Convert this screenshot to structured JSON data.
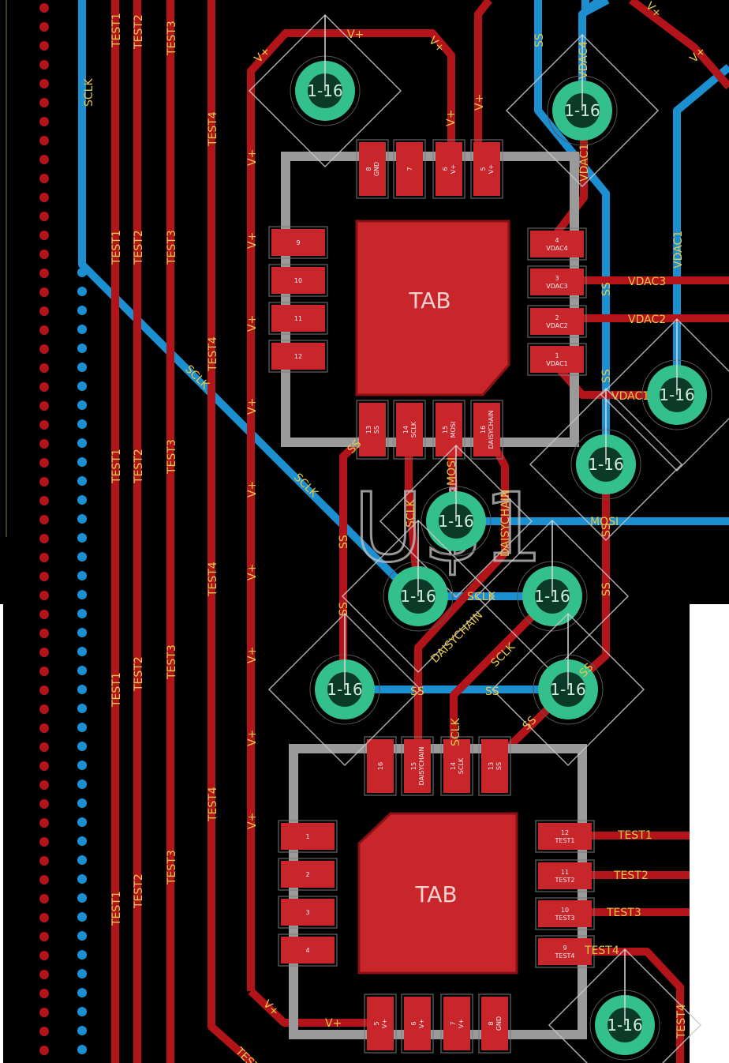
{
  "colors": {
    "background": "#000000",
    "top_copper": "#b3141a",
    "bottom_copper": "#1b8fd0",
    "pad": "#c8262b",
    "via": "#34c08c",
    "outline": "#9a9a9a",
    "label": "#e6c84a",
    "white_area": "#ffffff"
  },
  "part": {
    "name": "U$1",
    "tab_label": "TAB"
  },
  "chip_top": {
    "pads_top": [
      {
        "num": "8",
        "name": "GND"
      },
      {
        "num": "7",
        "name": ""
      },
      {
        "num": "6",
        "name": "V+"
      },
      {
        "num": "5",
        "name": "V+"
      }
    ],
    "pads_left": [
      "9",
      "10",
      "11",
      "12"
    ],
    "pads_right": [
      {
        "num": "4",
        "name": "VDAC4"
      },
      {
        "num": "3",
        "name": "VDAC3"
      },
      {
        "num": "2",
        "name": "VDAC2"
      },
      {
        "num": "1",
        "name": "VDAC1"
      }
    ],
    "pads_bottom": [
      {
        "num": "13",
        "name": "SS"
      },
      {
        "num": "14",
        "name": "SCLK"
      },
      {
        "num": "15",
        "name": "MOSI"
      },
      {
        "num": "16",
        "name": "DAISYCHAIN"
      }
    ]
  },
  "chip_bottom": {
    "pads_top": [
      {
        "num": "16",
        "name": ""
      },
      {
        "num": "15",
        "name": "DAISYCHAIN"
      },
      {
        "num": "14",
        "name": "SCLK"
      },
      {
        "num": "13",
        "name": "SS"
      }
    ],
    "pads_left": [
      "1",
      "2",
      "3",
      "4"
    ],
    "pads_right": [
      {
        "num": "12",
        "name": "TEST1"
      },
      {
        "num": "11",
        "name": "TEST2"
      },
      {
        "num": "10",
        "name": "TEST3"
      },
      {
        "num": "9",
        "name": "TEST4"
      }
    ],
    "pads_bottom": [
      {
        "num": "5",
        "name": "V+"
      },
      {
        "num": "6",
        "name": "V+"
      },
      {
        "num": "7",
        "name": "V+"
      },
      {
        "num": "8",
        "name": "GND"
      }
    ]
  },
  "via_label": "1-16",
  "net_labels": {
    "test1": "TEST1",
    "test2": "TEST2",
    "test3": "TEST3",
    "test4": "TEST4",
    "vplus": "V+",
    "sclk": "SCLK",
    "ss": "SS",
    "mosi": "MOSI",
    "daisychain": "DAISYCHAIN",
    "vdac1": "VDAC1",
    "vdac2": "VDAC2",
    "vdac3": "VDAC3",
    "vdac4": "VDAC4"
  }
}
